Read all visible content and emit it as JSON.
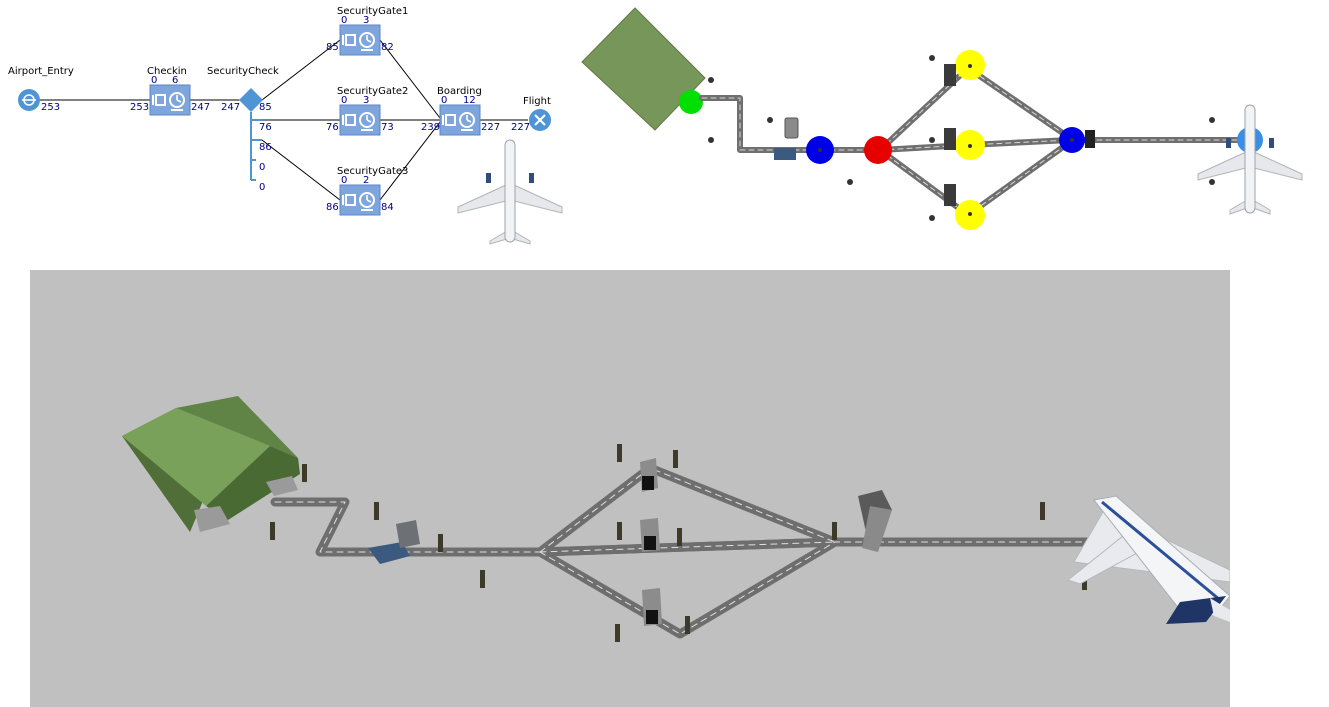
{
  "flowchart": {
    "blocks": [
      {
        "id": "airport_entry",
        "name": "Airport_Entry",
        "type": "source",
        "out": "253"
      },
      {
        "id": "checkin",
        "name": "Checkin",
        "type": "service",
        "queue": "0",
        "busy": "6",
        "in": "253",
        "out": "247"
      },
      {
        "id": "security_check",
        "name": "SecurityCheck",
        "type": "select-output",
        "in": "247",
        "outs": [
          "85",
          "76",
          "86",
          "0",
          "0"
        ]
      },
      {
        "id": "security_gate1",
        "name": "SecurityGate1",
        "type": "service",
        "queue": "0",
        "busy": "3",
        "in": "85",
        "out": "82"
      },
      {
        "id": "security_gate2",
        "name": "SecurityGate2",
        "type": "service",
        "queue": "0",
        "busy": "3",
        "in": "76",
        "out": "73"
      },
      {
        "id": "security_gate3",
        "name": "SecurityGate3",
        "type": "service",
        "queue": "0",
        "busy": "2",
        "in": "86",
        "out": "84"
      },
      {
        "id": "boarding",
        "name": "Boarding",
        "type": "service",
        "queue": "0",
        "busy": "12",
        "in": "239",
        "out": "227"
      },
      {
        "id": "flight",
        "name": "Flight",
        "type": "sink",
        "in": "227"
      }
    ]
  },
  "animation_2d": {
    "view": "top-down",
    "node_colors": {
      "entry": "#00e000",
      "checkin": "#0000e6",
      "security": "#e60000",
      "gate": "#ffff00",
      "boarding": "#0000e6",
      "flight": "#3a8ee6"
    }
  },
  "animation_3d": {
    "view": "3d-perspective",
    "ground_color": "#c0c0c0",
    "building_color": "#6b8f4e"
  },
  "icons": {
    "source": "source-icon",
    "service": "service-clock-icon",
    "select": "select-output-diamond-icon",
    "sink": "sink-x-icon",
    "plane": "airplane-icon",
    "person": "person-icon"
  }
}
